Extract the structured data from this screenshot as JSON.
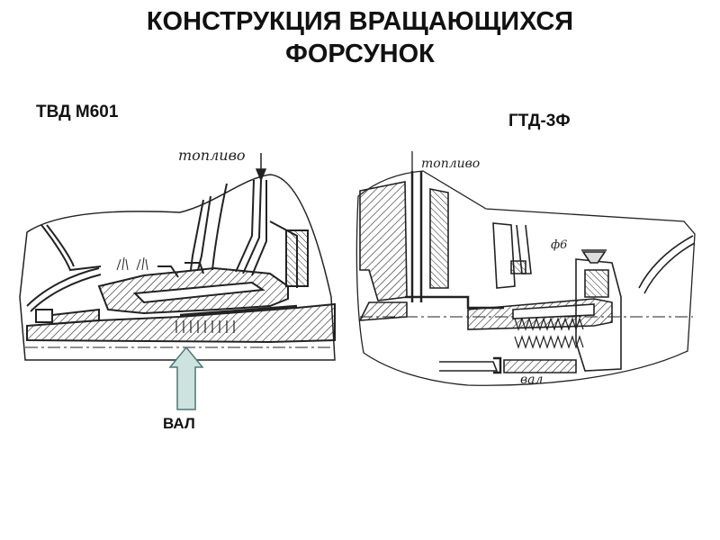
{
  "title": {
    "line1": "КОНСТРУКЦИЯ ВРАЩАЮЩИХСЯ",
    "line2": "ФОРСУНОК"
  },
  "left_figure": {
    "label": "ТВД М601",
    "fuel_label": "топливо",
    "shaft_label": "ВАЛ"
  },
  "right_figure": {
    "label": "ГТД-3Ф",
    "fuel_label": "топливо",
    "shaft_label": "вал",
    "dimension_label": "ф6"
  },
  "colors": {
    "arrow_fill": "#cce3df",
    "arrow_stroke": "#4a7a74",
    "line": "#222222"
  }
}
